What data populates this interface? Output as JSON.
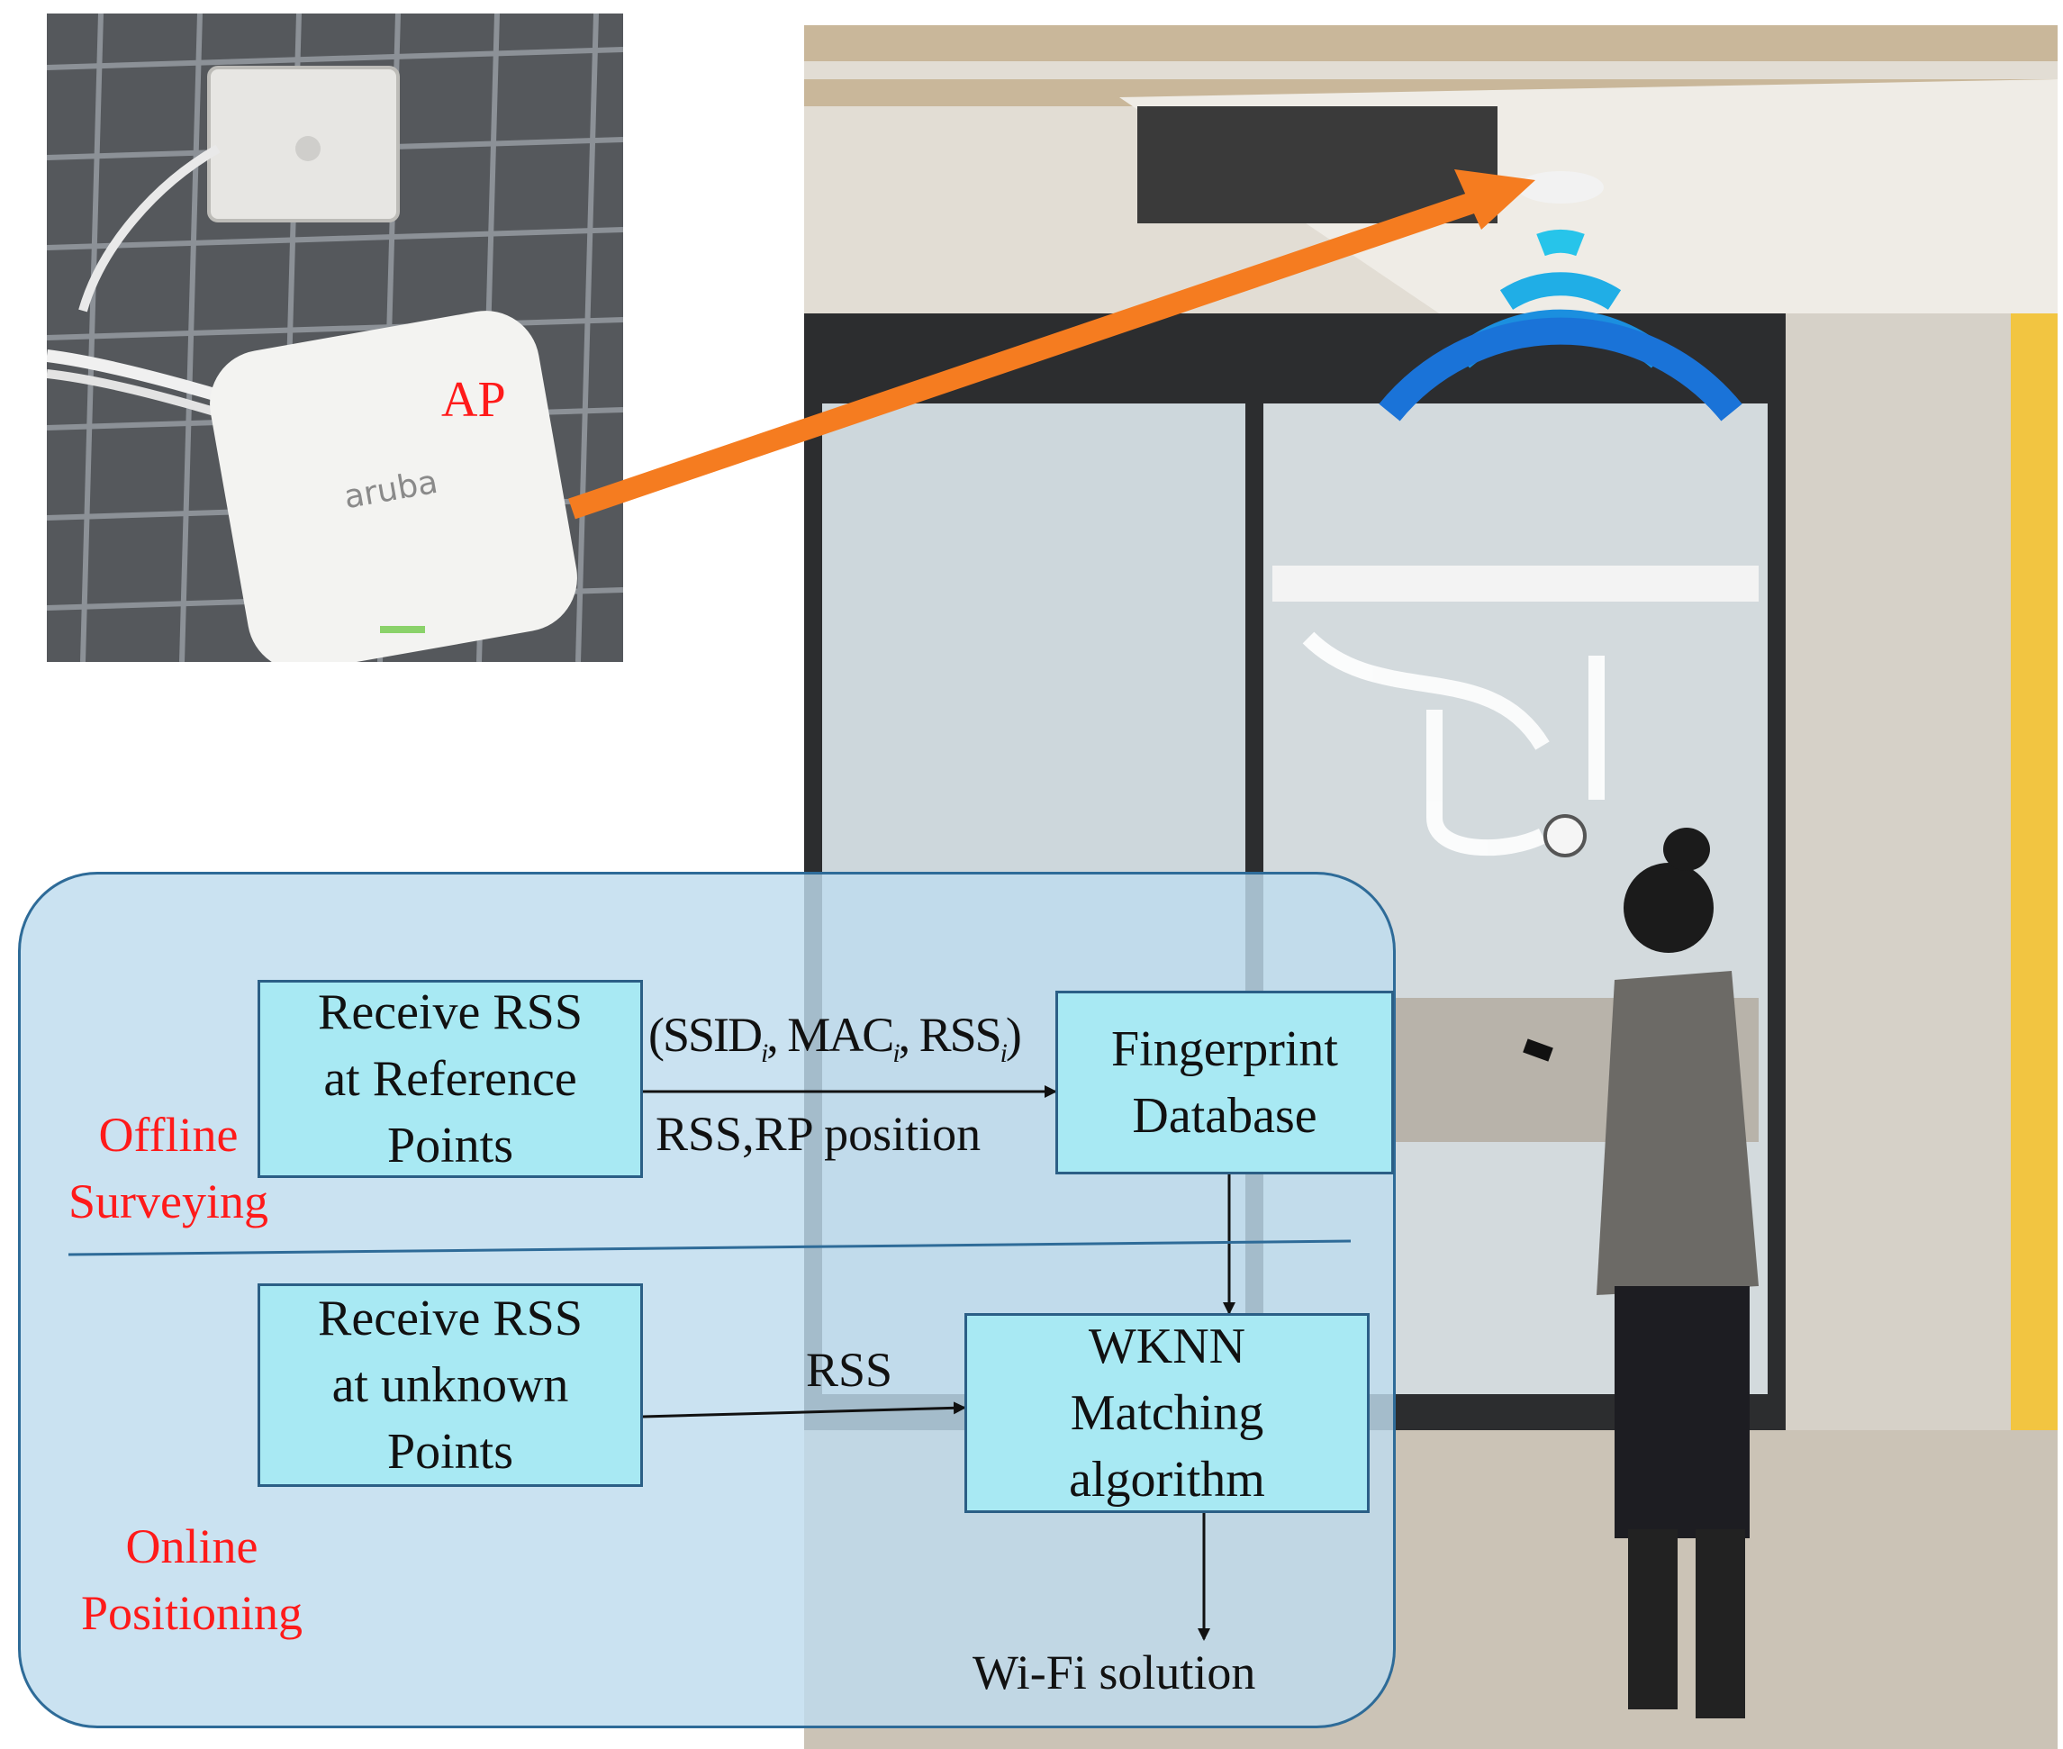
{
  "ap_photo": {
    "label": "AP",
    "logo_text": "aruba"
  },
  "offline": {
    "section_label_line1": "Offline",
    "section_label_line2": "Surveying",
    "box_line1": "Receive RSS",
    "box_line2": "at Reference",
    "box_line3": "Points",
    "arrow_label_top": "(SSID",
    "arrow_label_mac": "MAC",
    "arrow_label_rss": "RSS",
    "subscript": "i",
    "arrow_label_bottom": "RSS,RP position",
    "db_line1": "Fingerprint",
    "db_line2": "Database"
  },
  "online": {
    "section_label_line1": "Online",
    "section_label_line2": "Positioning",
    "box_line1": "Receive RSS",
    "box_line2": "at unknown",
    "box_line3": "Points",
    "arrow_label": "RSS",
    "wknn_line1": "WKNN",
    "wknn_line2": "Matching",
    "wknn_line3": "algorithm",
    "output": "Wi-Fi solution"
  },
  "colors": {
    "arrow_orange": "#f57c20",
    "label_red": "#ff1a1a",
    "box_fill": "#a8e9f3",
    "panel_border": "#2e6b98"
  }
}
